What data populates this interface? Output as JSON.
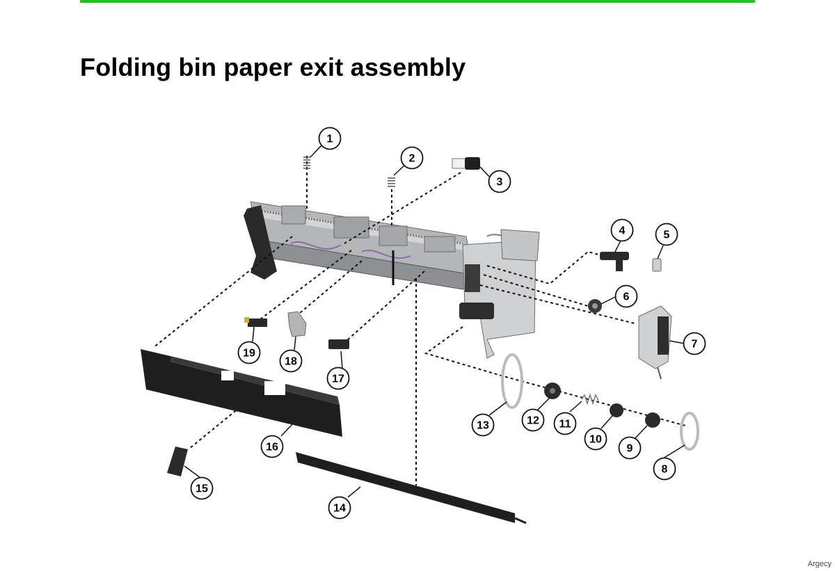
{
  "page": {
    "title": "Folding bin paper exit assembly",
    "accent_color": "#1ec31e",
    "watermark": "Argecy"
  },
  "diagram": {
    "type": "exploded-parts-diagram",
    "callouts": [
      {
        "number": "1"
      },
      {
        "number": "2"
      },
      {
        "number": "3"
      },
      {
        "number": "4"
      },
      {
        "number": "5"
      },
      {
        "number": "6"
      },
      {
        "number": "7"
      },
      {
        "number": "8"
      },
      {
        "number": "9"
      },
      {
        "number": "10"
      },
      {
        "number": "11"
      },
      {
        "number": "12"
      },
      {
        "number": "13"
      },
      {
        "number": "14"
      },
      {
        "number": "15"
      },
      {
        "number": "16"
      },
      {
        "number": "17"
      },
      {
        "number": "18"
      },
      {
        "number": "19"
      }
    ]
  }
}
